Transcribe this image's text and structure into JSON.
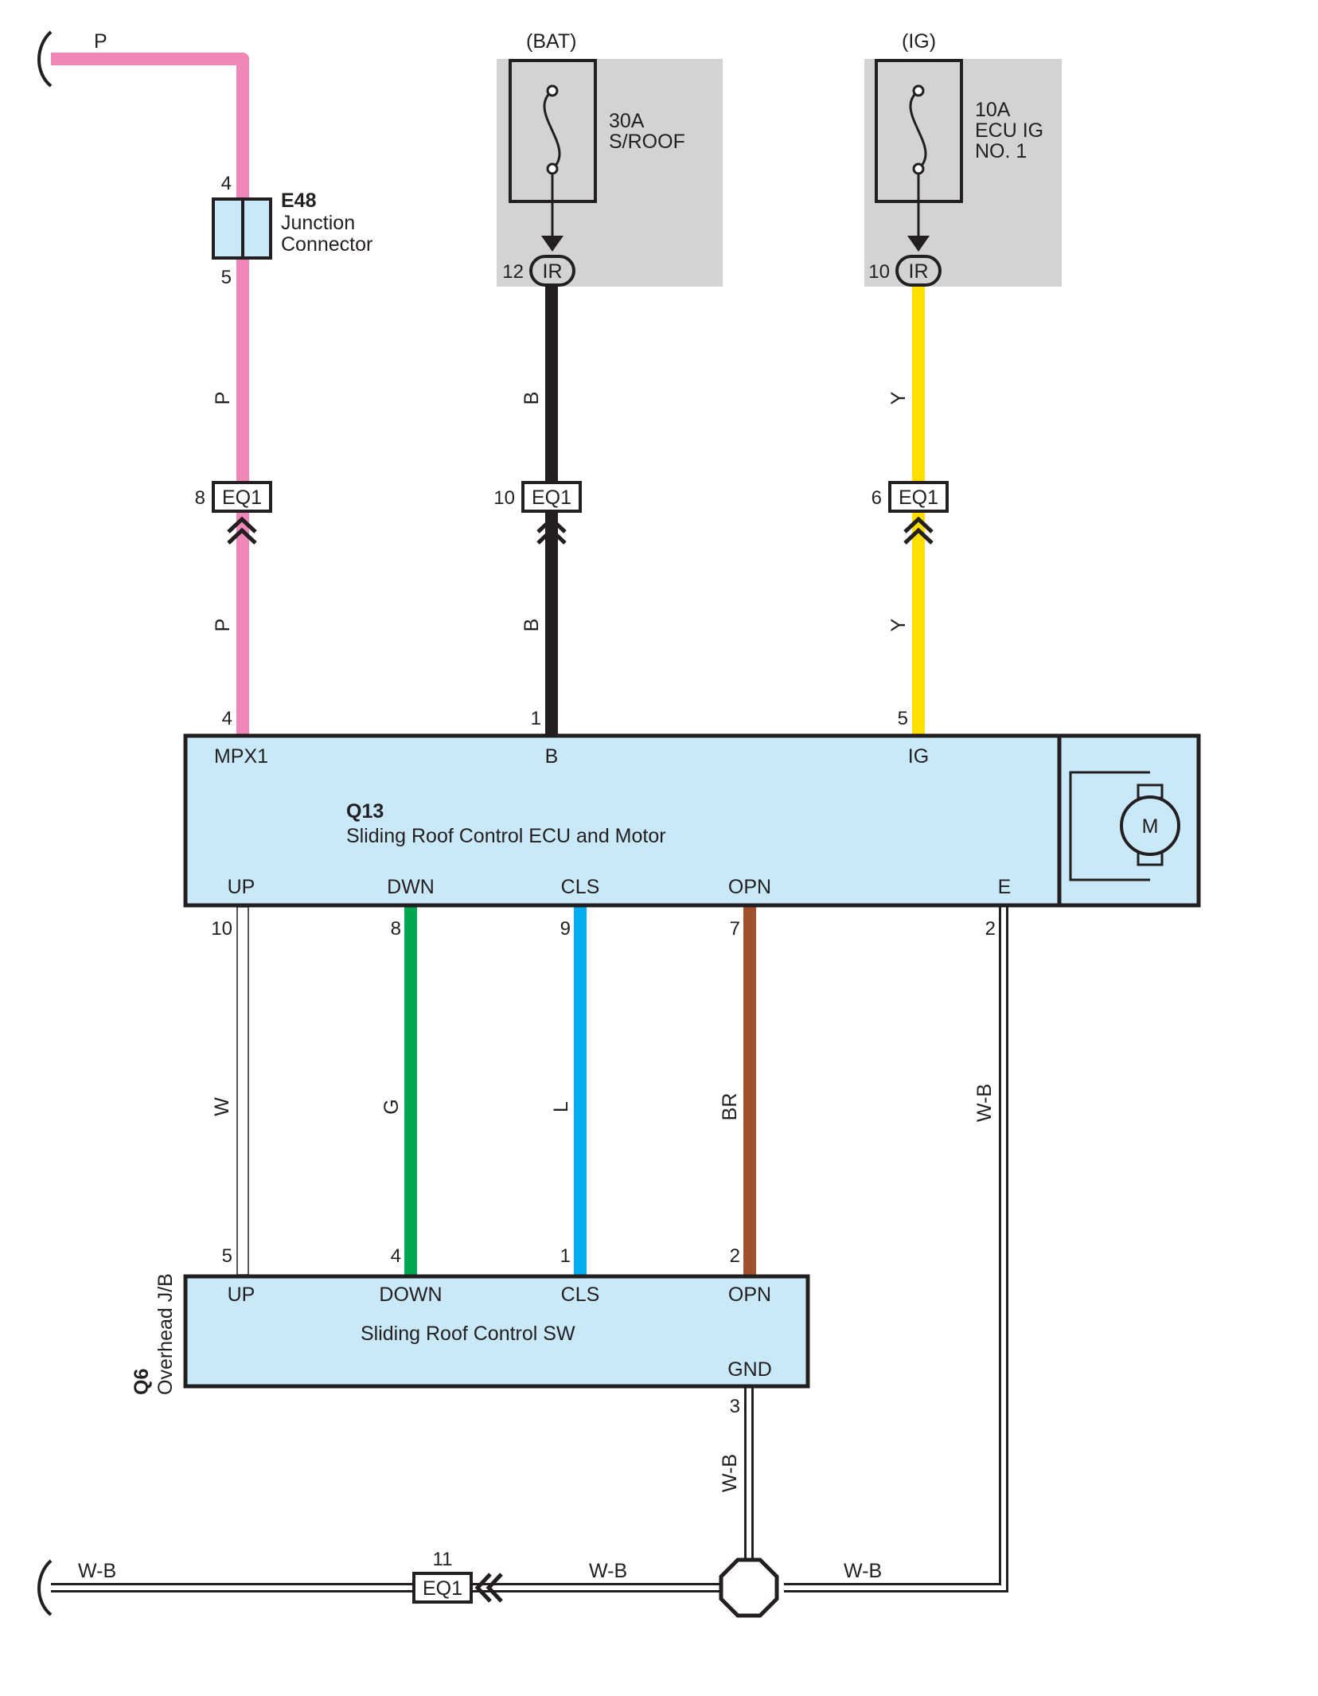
{
  "colors": {
    "pink": "#ef87b9",
    "black": "#231f20",
    "yellow": "#ffde00",
    "green": "#00a651",
    "blue": "#00aeef",
    "brown": "#a0522d",
    "white_wire": "#ffffff",
    "component_fill": "#c9e9f9",
    "fuse_bg": "#d3d3d3"
  },
  "power": {
    "bat_label": "(BAT)",
    "ig_label": "(IG)",
    "bat_fuse": {
      "line1": "30A",
      "line2": "S/ROOF",
      "conn_pin": "12",
      "conn": "IR"
    },
    "ig_fuse": {
      "line1": "10A",
      "line2": "ECU IG",
      "line3": "NO. 1",
      "conn_pin": "10",
      "conn": "IR"
    }
  },
  "junction": {
    "id": "E48",
    "line1": "Junction",
    "line2": "Connector",
    "pin_top": "4",
    "pin_bottom": "5",
    "wire_in": "P"
  },
  "inline_connectors": {
    "name": "EQ1",
    "mpx_pin": "8",
    "b_pin": "10",
    "ig_pin": "6",
    "ground_pin": "11"
  },
  "wires": {
    "mpx_upper": "P",
    "mpx_lower": "P",
    "b_upper": "B",
    "b_lower": "B",
    "ig_upper": "Y",
    "ig_lower": "Y",
    "up": "W",
    "down": "G",
    "cls": "L",
    "opn": "BR",
    "e": "W-B",
    "gnd": "W-B",
    "ground_left": "W-B",
    "ground_mid": "W-B",
    "ground_right": "W-B"
  },
  "ecu": {
    "id": "Q13",
    "name": "Sliding Roof Control ECU and Motor",
    "motor": "M",
    "top_terminals": [
      {
        "name": "MPX1",
        "pin": "4"
      },
      {
        "name": "B",
        "pin": "1"
      },
      {
        "name": "IG",
        "pin": "5"
      }
    ],
    "bottom_terminals": [
      {
        "name": "UP",
        "pin": "10"
      },
      {
        "name": "DWN",
        "pin": "8"
      },
      {
        "name": "CLS",
        "pin": "9"
      },
      {
        "name": "OPN",
        "pin": "7"
      },
      {
        "name": "E",
        "pin": "2"
      }
    ]
  },
  "switch": {
    "id": "Q6",
    "location": "Overhead J/B",
    "name": "Sliding Roof Control SW",
    "top_terminals": [
      {
        "name": "UP",
        "pin": "5"
      },
      {
        "name": "DOWN",
        "pin": "4"
      },
      {
        "name": "CLS",
        "pin": "1"
      },
      {
        "name": "OPN",
        "pin": "2"
      }
    ],
    "gnd_terminal": {
      "name": "GND",
      "pin": "3"
    }
  }
}
